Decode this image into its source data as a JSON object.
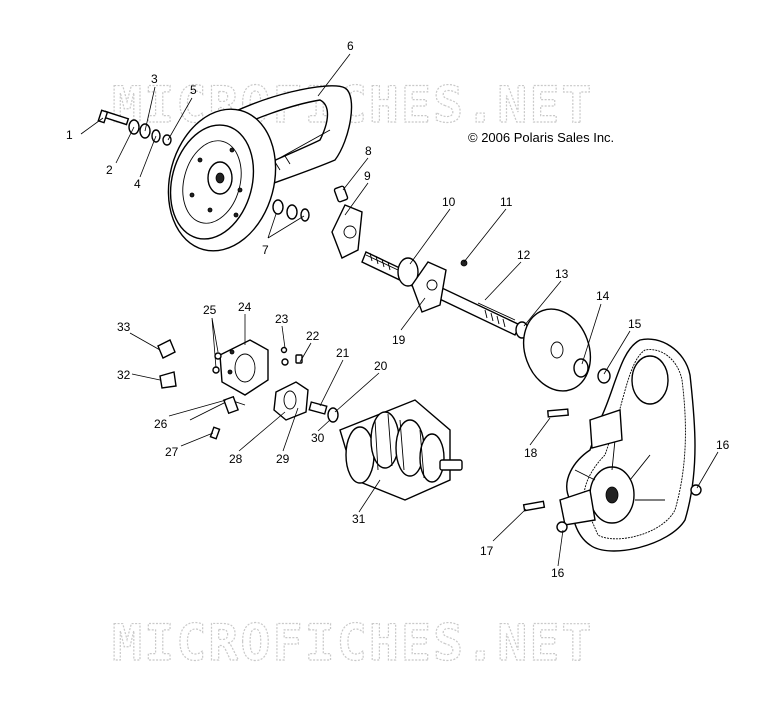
{
  "copyright": "© 2006 Polaris Sales Inc.",
  "watermark": "MICROFICHES.NET",
  "callouts": [
    "1",
    "2",
    "3",
    "4",
    "5",
    "6",
    "7",
    "8",
    "9",
    "10",
    "11",
    "12",
    "13",
    "14",
    "15",
    "16",
    "16",
    "17",
    "18",
    "19",
    "20",
    "21",
    "22",
    "23",
    "24",
    "25",
    "26",
    "27",
    "28",
    "29",
    "30",
    "31",
    "32",
    "33"
  ]
}
